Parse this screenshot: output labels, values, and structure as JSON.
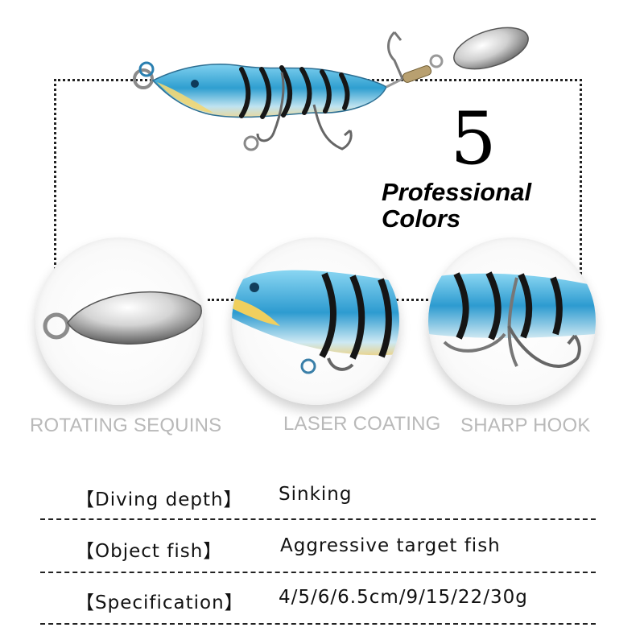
{
  "headline": {
    "number": "5",
    "line1": "Professional",
    "line2": "Colors"
  },
  "features": [
    {
      "label": "ROTATING SEQUINS",
      "icon": "spinner-blade-closeup"
    },
    {
      "label": "LASER COATING",
      "icon": "laser-coated-body-closeup"
    },
    {
      "label": "SHARP HOOK",
      "icon": "treble-hook-closeup"
    }
  ],
  "specs": [
    {
      "label": "【Diving depth】",
      "value": "Sinking"
    },
    {
      "label": "【Object fish】",
      "value": "Aggressive target fish"
    },
    {
      "label": "【Specification】",
      "value": "4/5/6/6.5cm/9/15/22/30g"
    }
  ],
  "colors": {
    "lure_blue": "#3aa9d6",
    "lure_dark_stripe": "#1a1a1a",
    "blade_silver": "#c8c8c8",
    "caption_gray": "#b9b9b9"
  }
}
